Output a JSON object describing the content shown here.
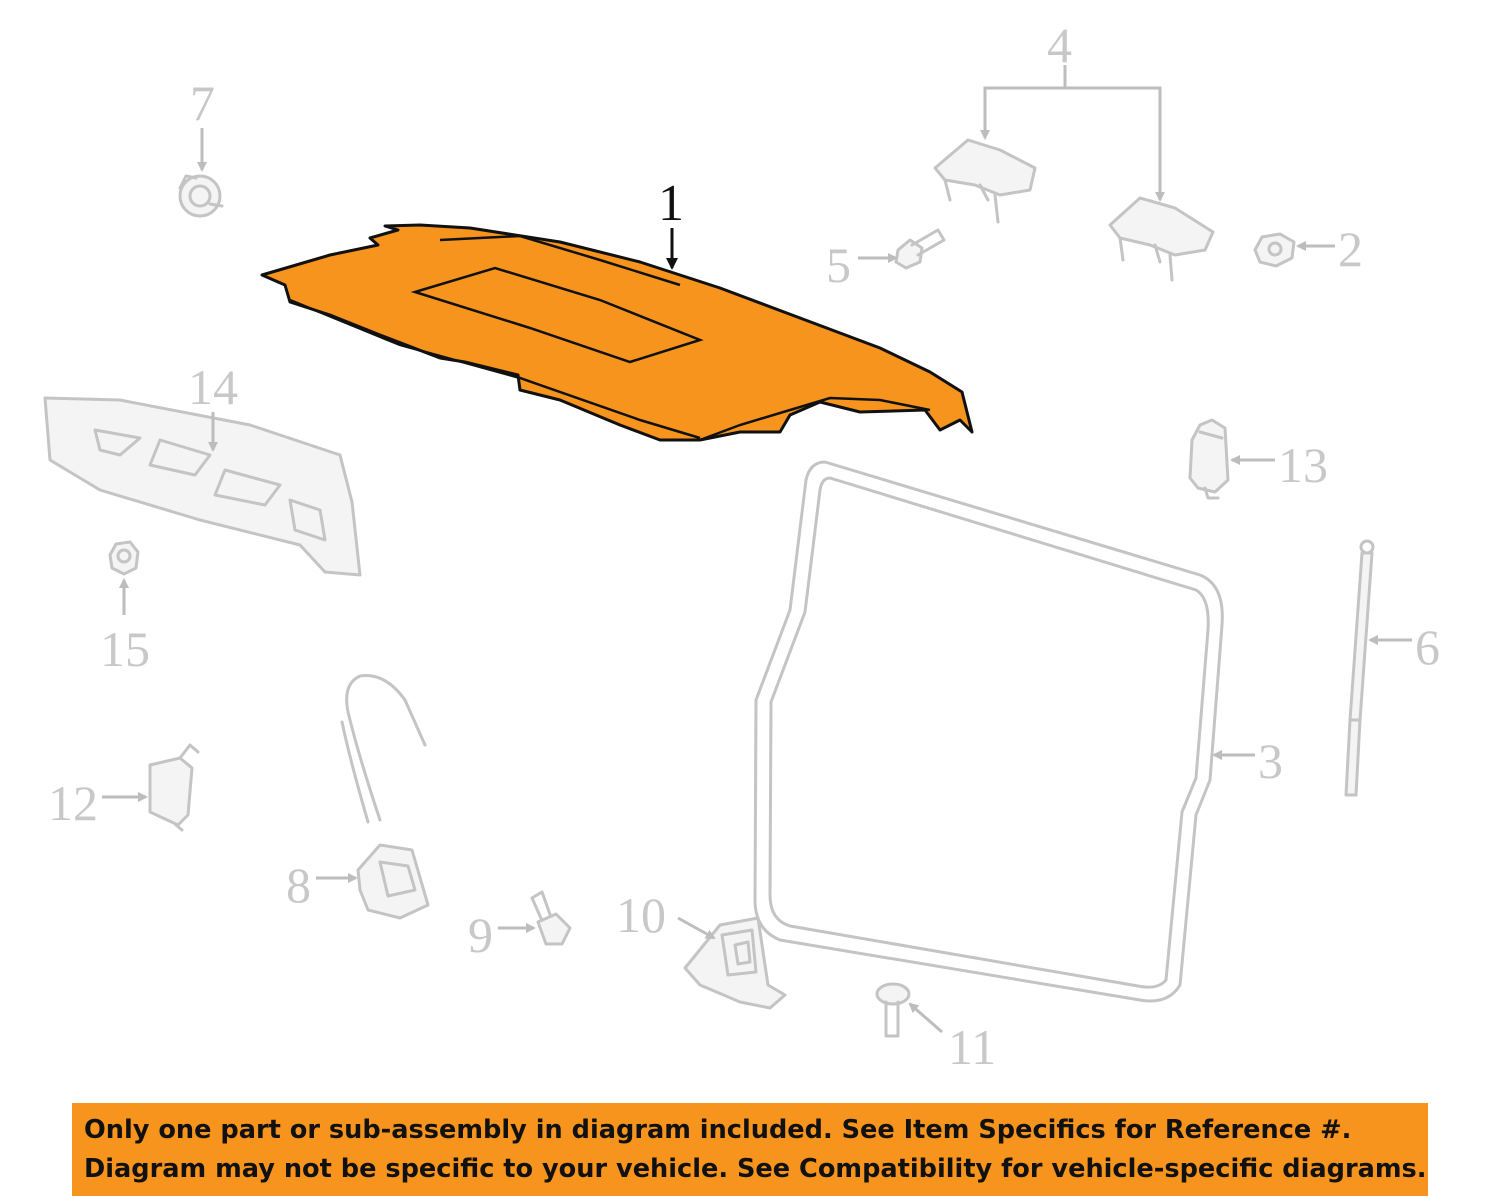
{
  "diagram": {
    "highlight_color": "#f7941d",
    "highlighted_callout": "1",
    "callouts": [
      "1",
      "2",
      "3",
      "4",
      "5",
      "6",
      "7",
      "8",
      "9",
      "10",
      "11",
      "12",
      "13",
      "14",
      "15"
    ]
  },
  "banner": {
    "line1": "Only one part or sub-assembly in diagram included. See Item Specifics for Reference #.",
    "line2": "Diagram may not be specific to your vehicle. See Compatibility for vehicle-specific diagrams."
  }
}
